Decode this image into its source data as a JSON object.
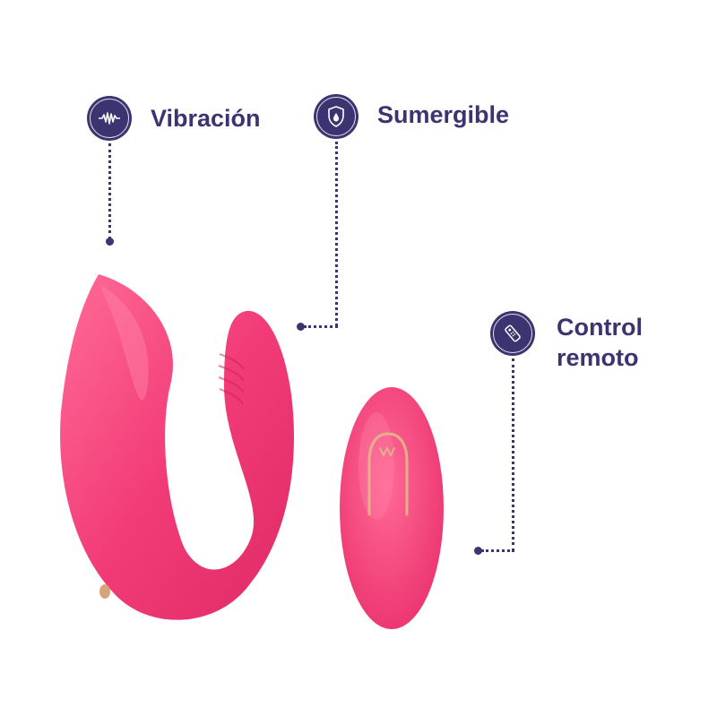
{
  "features": {
    "vibration": {
      "label": "Vibración",
      "icon": "vibration-wave-icon"
    },
    "waterproof": {
      "label": "Sumergible",
      "icon": "water-drop-shield-icon"
    },
    "remote": {
      "label_line1": "Control",
      "label_line2": "remoto",
      "icon": "remote-control-icon"
    }
  },
  "colors": {
    "accent": "#3b3470",
    "product_pink": "#f23c78",
    "product_gold": "#d8a27a"
  }
}
